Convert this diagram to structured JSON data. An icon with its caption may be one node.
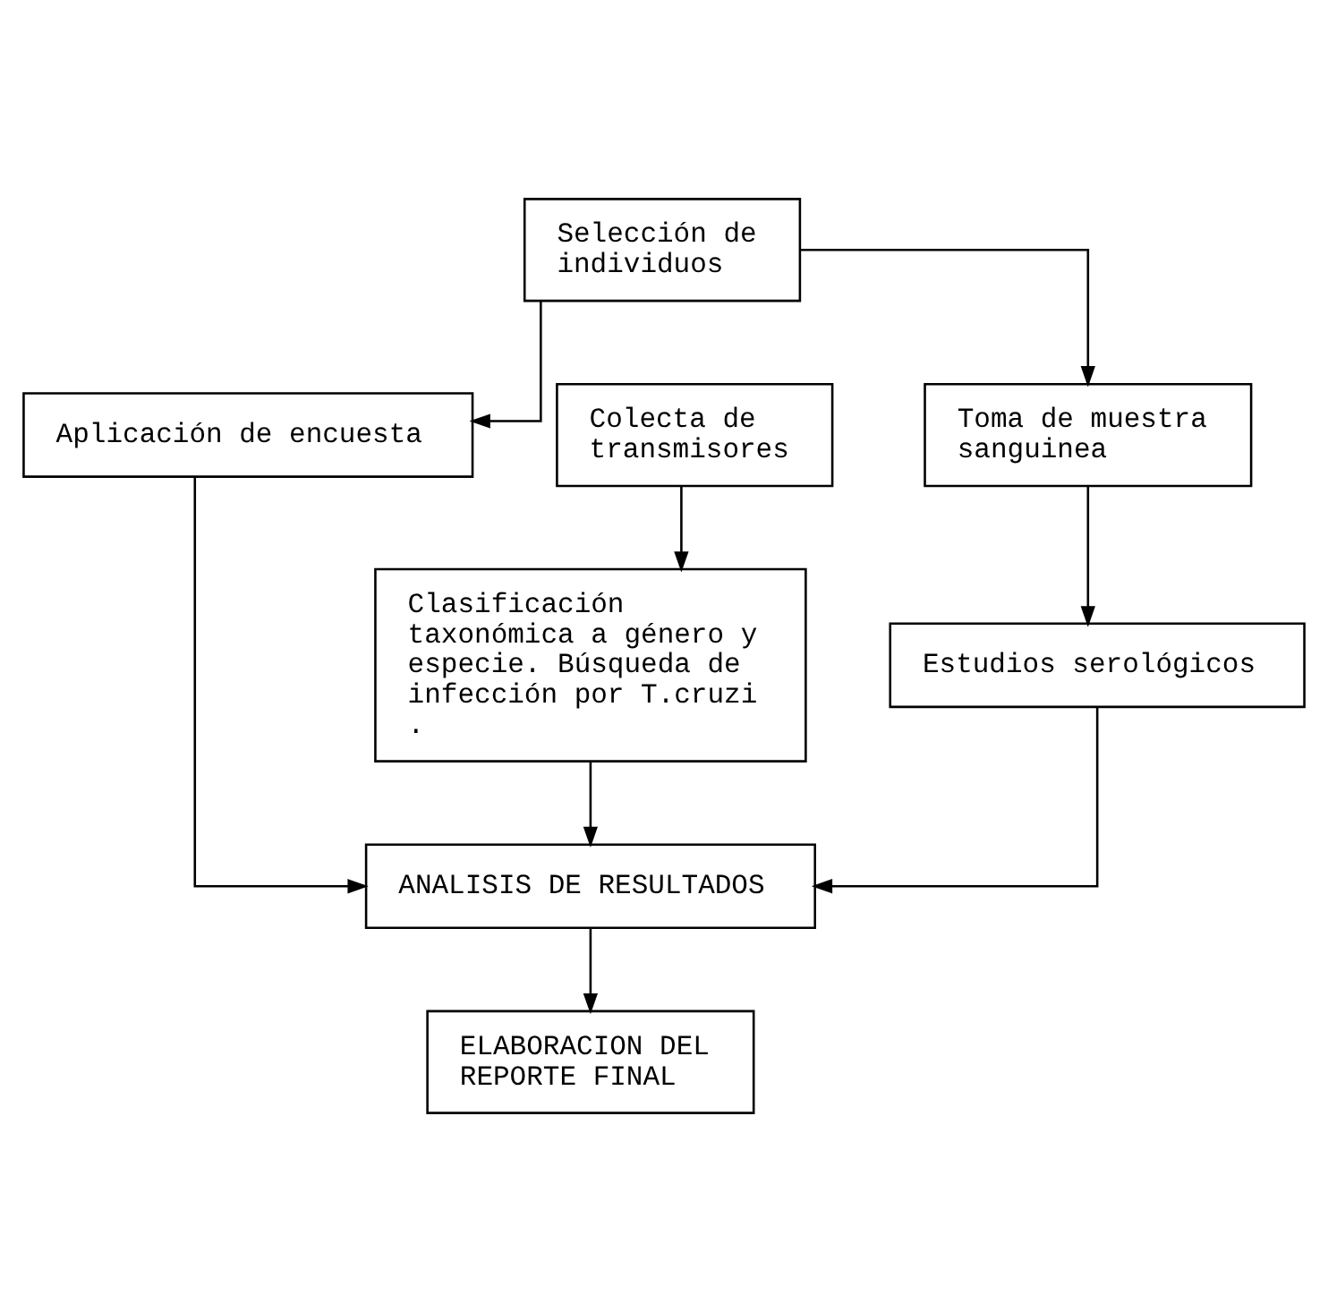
{
  "diagram": {
    "nodes": [
      {
        "text": [
          "Selección de individuos"
        ]
      },
      {
        "text": [
          "Aplicación de encuesta"
        ]
      },
      {
        "text": [
          "Toma de muestra sanguinea"
        ]
      },
      {
        "text": [
          "Colecta de transmisores"
        ]
      },
      {
        "text": [
          "Estudios serológicos"
        ]
      },
      {
        "text": [
          "Clasificación taxonómica a género y especie. Búsqueda de infección por T.cruzi ."
        ]
      },
      {
        "text": [
          "ANALISIS DE RESULTADOS"
        ]
      },
      {
        "text": [
          "ELABORACION DEL REPORTE FINAL"
        ]
      }
    ],
    "edges": [
      {
        "from": 0,
        "to": 1,
        "arrow": "to"
      },
      {
        "from": 0,
        "to": 2,
        "arrow": "to"
      },
      {
        "from": 2,
        "to": 4,
        "arrow": "to"
      },
      {
        "from": 3,
        "to": 5,
        "arrow": "to"
      },
      {
        "from": 1,
        "to": 6,
        "arrow": "to"
      },
      {
        "from": 4,
        "to": 6,
        "arrow": "to"
      },
      {
        "from": 5,
        "to": 6,
        "arrow": "to"
      },
      {
        "from": 6,
        "to": 7,
        "arrow": "to"
      }
    ]
  }
}
